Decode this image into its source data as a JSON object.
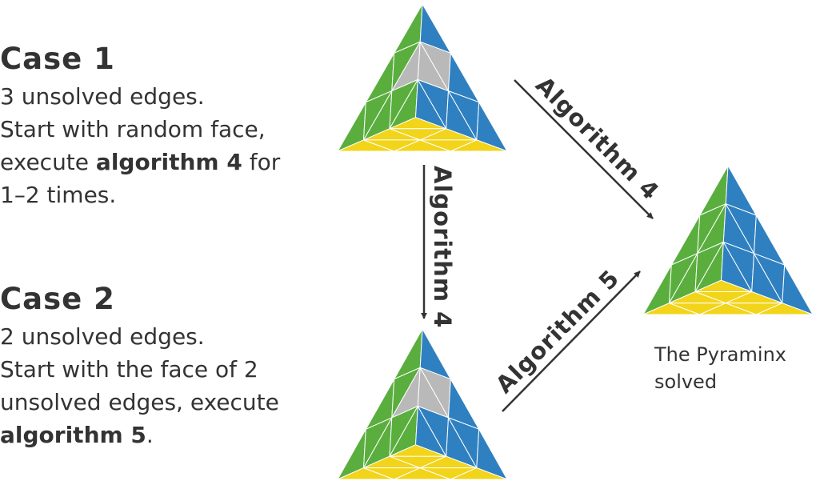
{
  "case1": {
    "title": "Case 1",
    "line1": "3 unsolved edges.",
    "line2": "Start with random face,",
    "line3_pre": "execute ",
    "line3_bold": "algorithm 4",
    "line3_post": " for",
    "line4": "1–2 times."
  },
  "case2": {
    "title": "Case 2",
    "line1": "2 unsolved edges.",
    "line2": "Start with the face of 2",
    "line3": "unsolved edges, execute",
    "line4_bold": "algorithm 5",
    "line4_post": "."
  },
  "arrows": {
    "top_to_solved": "Algorithm 4",
    "top_to_bottom": "Algorithm 4",
    "bottom_to_solved": "Algorithm 5"
  },
  "caption": {
    "line1": "The Pyraminx",
    "line2": "solved"
  },
  "colors": {
    "green": "#5aae3e",
    "blue": "#2f80c0",
    "gray": "#b9b9b9",
    "yellow": "#f2d41a"
  }
}
